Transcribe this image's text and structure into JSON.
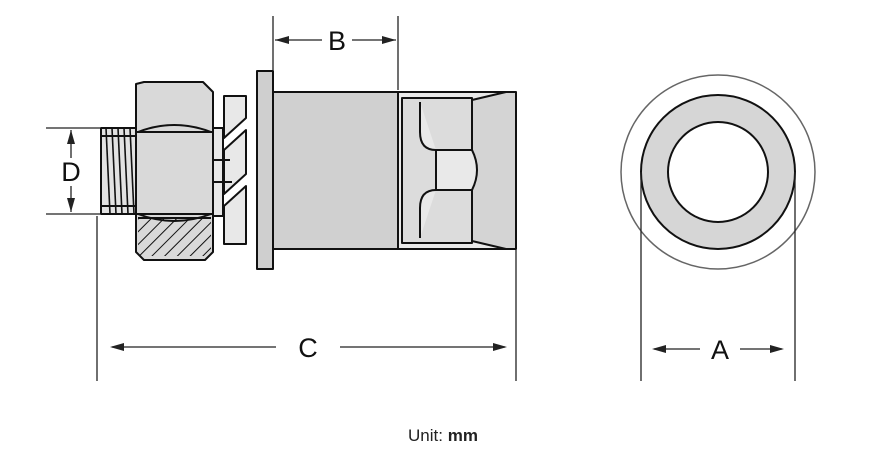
{
  "dimensions": {
    "a": "A",
    "b": "B",
    "c": "C",
    "d": "D"
  },
  "unit": {
    "label": "Unit:",
    "value": "mm"
  },
  "colors": {
    "stroke": "#111111",
    "nut_fill": "#d9d9d9",
    "body_fill": "#d0d0d0",
    "flange_fill": "#cfcfcf",
    "outer_circle": "#666666",
    "inner_circle": "#d6d6d6"
  }
}
